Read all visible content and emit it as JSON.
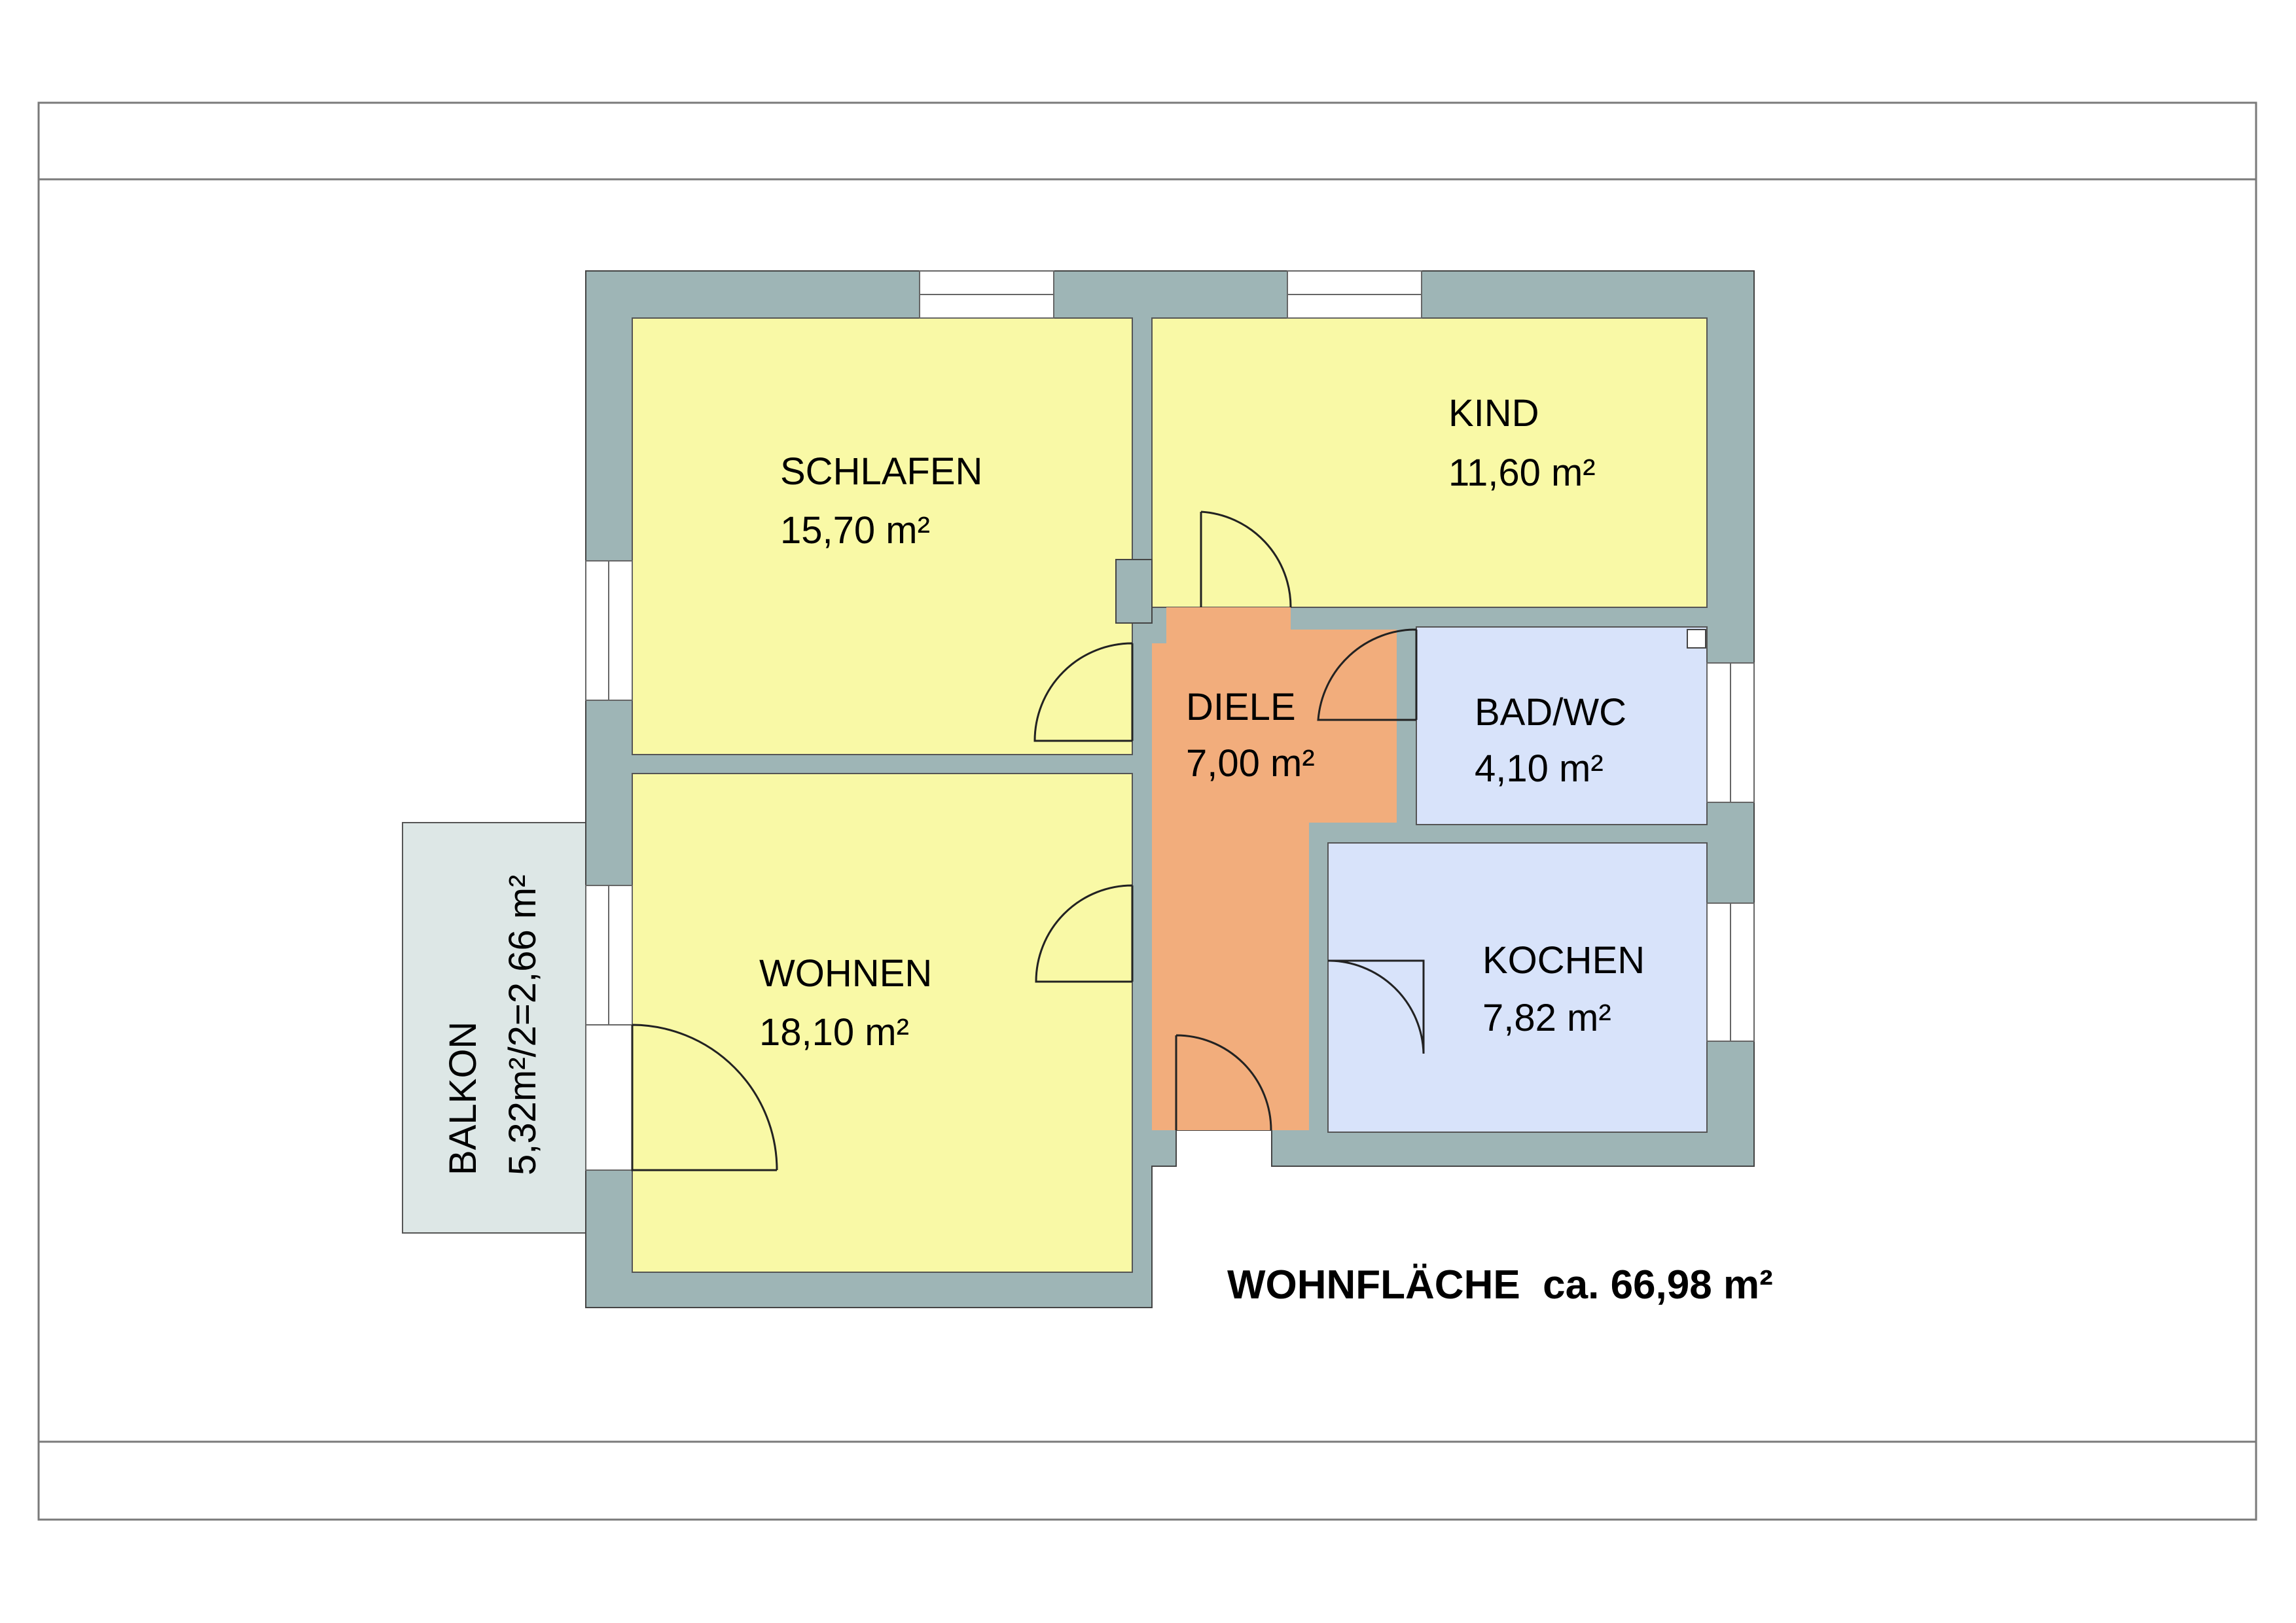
{
  "colors": {
    "wall": "#9EB5B6",
    "living": "#F9F9A6",
    "hall": "#F2AD7C",
    "wet": "#D8E3FA",
    "balcony": "#DDE7E6",
    "frame": "#7A7A7A"
  },
  "rooms": {
    "schlafen": {
      "name": "SCHLAFEN",
      "area": "15,70 m²"
    },
    "kind": {
      "name": "KIND",
      "area": "11,60 m²"
    },
    "diele": {
      "name": "DIELE",
      "area": "7,00 m²"
    },
    "bad": {
      "name": "BAD/WC",
      "area": "4,10 m²"
    },
    "wohnen": {
      "name": "WOHNEN",
      "area": "18,10 m²"
    },
    "kochen": {
      "name": "KOCHEN",
      "area": "7,82 m²"
    },
    "balkon": {
      "name": "BALKON",
      "area": "5,32m²/2=2,66 m²"
    }
  },
  "total": "WOHNFLÄCHE  ca. 66,98 m²"
}
